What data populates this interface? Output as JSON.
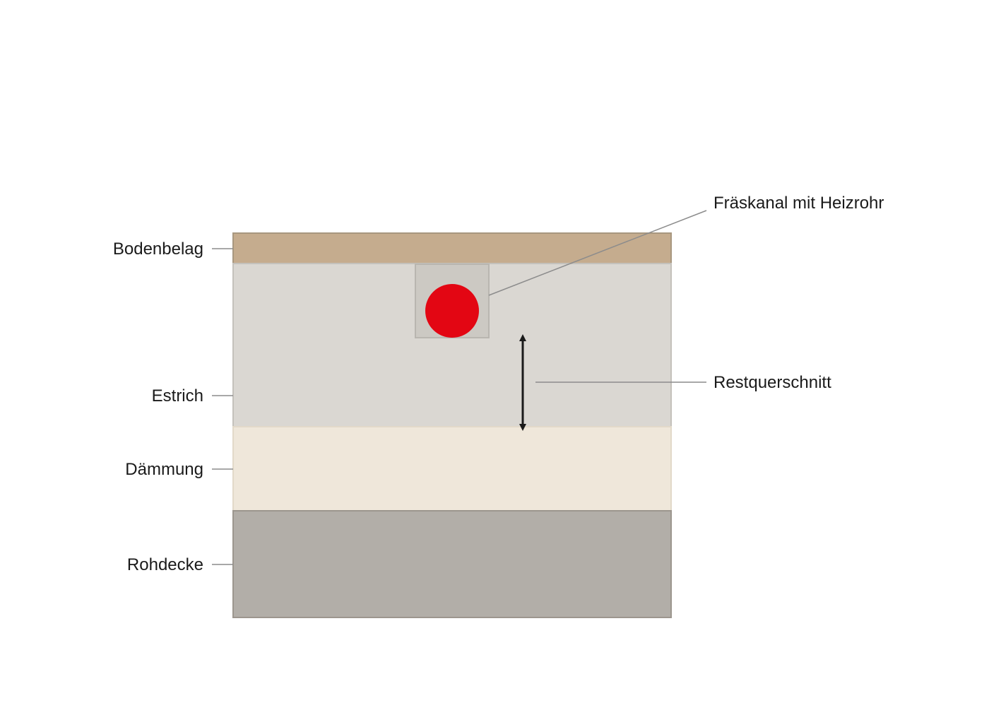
{
  "diagram": {
    "layers": [
      {
        "key": "bodenbelag",
        "label": "Bodenbelag",
        "color": "#c5ac8e",
        "stroke": "#a8977f"
      },
      {
        "key": "estrich",
        "label": "Estrich",
        "color": "#dad7d2",
        "stroke": "#c4c1bb"
      },
      {
        "key": "daemmung",
        "label": "Dämmung",
        "color": "#efe7da",
        "stroke": "#e2d9c9"
      },
      {
        "key": "rohdecke",
        "label": "Rohdecke",
        "color": "#b2aea8",
        "stroke": "#9c968e"
      }
    ],
    "callouts": {
      "channel": "Fräskanal mit Heizrohr",
      "residual": "Restquerschnitt"
    },
    "colors": {
      "heating_pipe": "#e30613",
      "channel_fill": "#ccc9c3",
      "channel_stroke": "#b9b6b0",
      "leader_line": "#8c8c8c",
      "arrow": "#1a1a1a"
    }
  }
}
